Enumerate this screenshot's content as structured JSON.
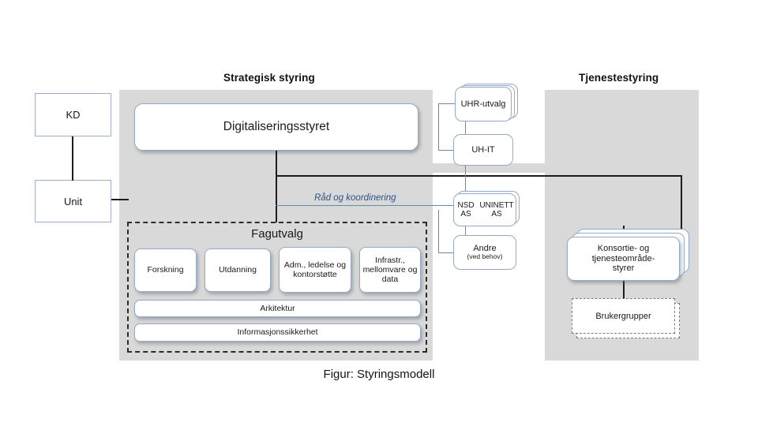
{
  "figure": {
    "caption": "Figur: Styringsmodell"
  },
  "sections": {
    "strategisk": "Strategisk styring",
    "tjeneste": "Tjenestestyring"
  },
  "left_chain": {
    "kd": "KD",
    "unit": "Unit"
  },
  "board": {
    "label": "Digitaliseringsstyret"
  },
  "fagutvalg": {
    "title": "Fagutvalg",
    "items": [
      {
        "label": "Forskning"
      },
      {
        "label": "Utdanning"
      },
      {
        "label": "Adm., ledelse og kontorstøtte"
      },
      {
        "label": "Infrastr., mellomvare og data"
      }
    ],
    "wide_items": [
      {
        "label": "Arkitektur"
      },
      {
        "label": "Informasjonssikkerhet"
      }
    ]
  },
  "advisory": {
    "bus_label": "Råd og koordinering",
    "bodies": [
      {
        "label": "UHR-utvalg",
        "stacked": true
      },
      {
        "label": "UH-IT",
        "stacked": false
      },
      {
        "label": "NSD AS UNINETT AS",
        "line1": "NSD AS",
        "line2": "UNINETT AS",
        "stacked": true
      },
      {
        "label": "Andre",
        "sub": "(ved behov)",
        "stacked": false
      }
    ]
  },
  "service": {
    "konsortie": {
      "line1": "Konsortie- og",
      "line2": "tjenesteområde-",
      "line3": "styrer"
    },
    "brukergrupper": "Brukergrupper"
  },
  "colors": {
    "panel_gray": "#d9d9d9",
    "card_border": "#93abc7",
    "advisory_blue": "#28528c",
    "line_black": "#1c1c1c"
  }
}
